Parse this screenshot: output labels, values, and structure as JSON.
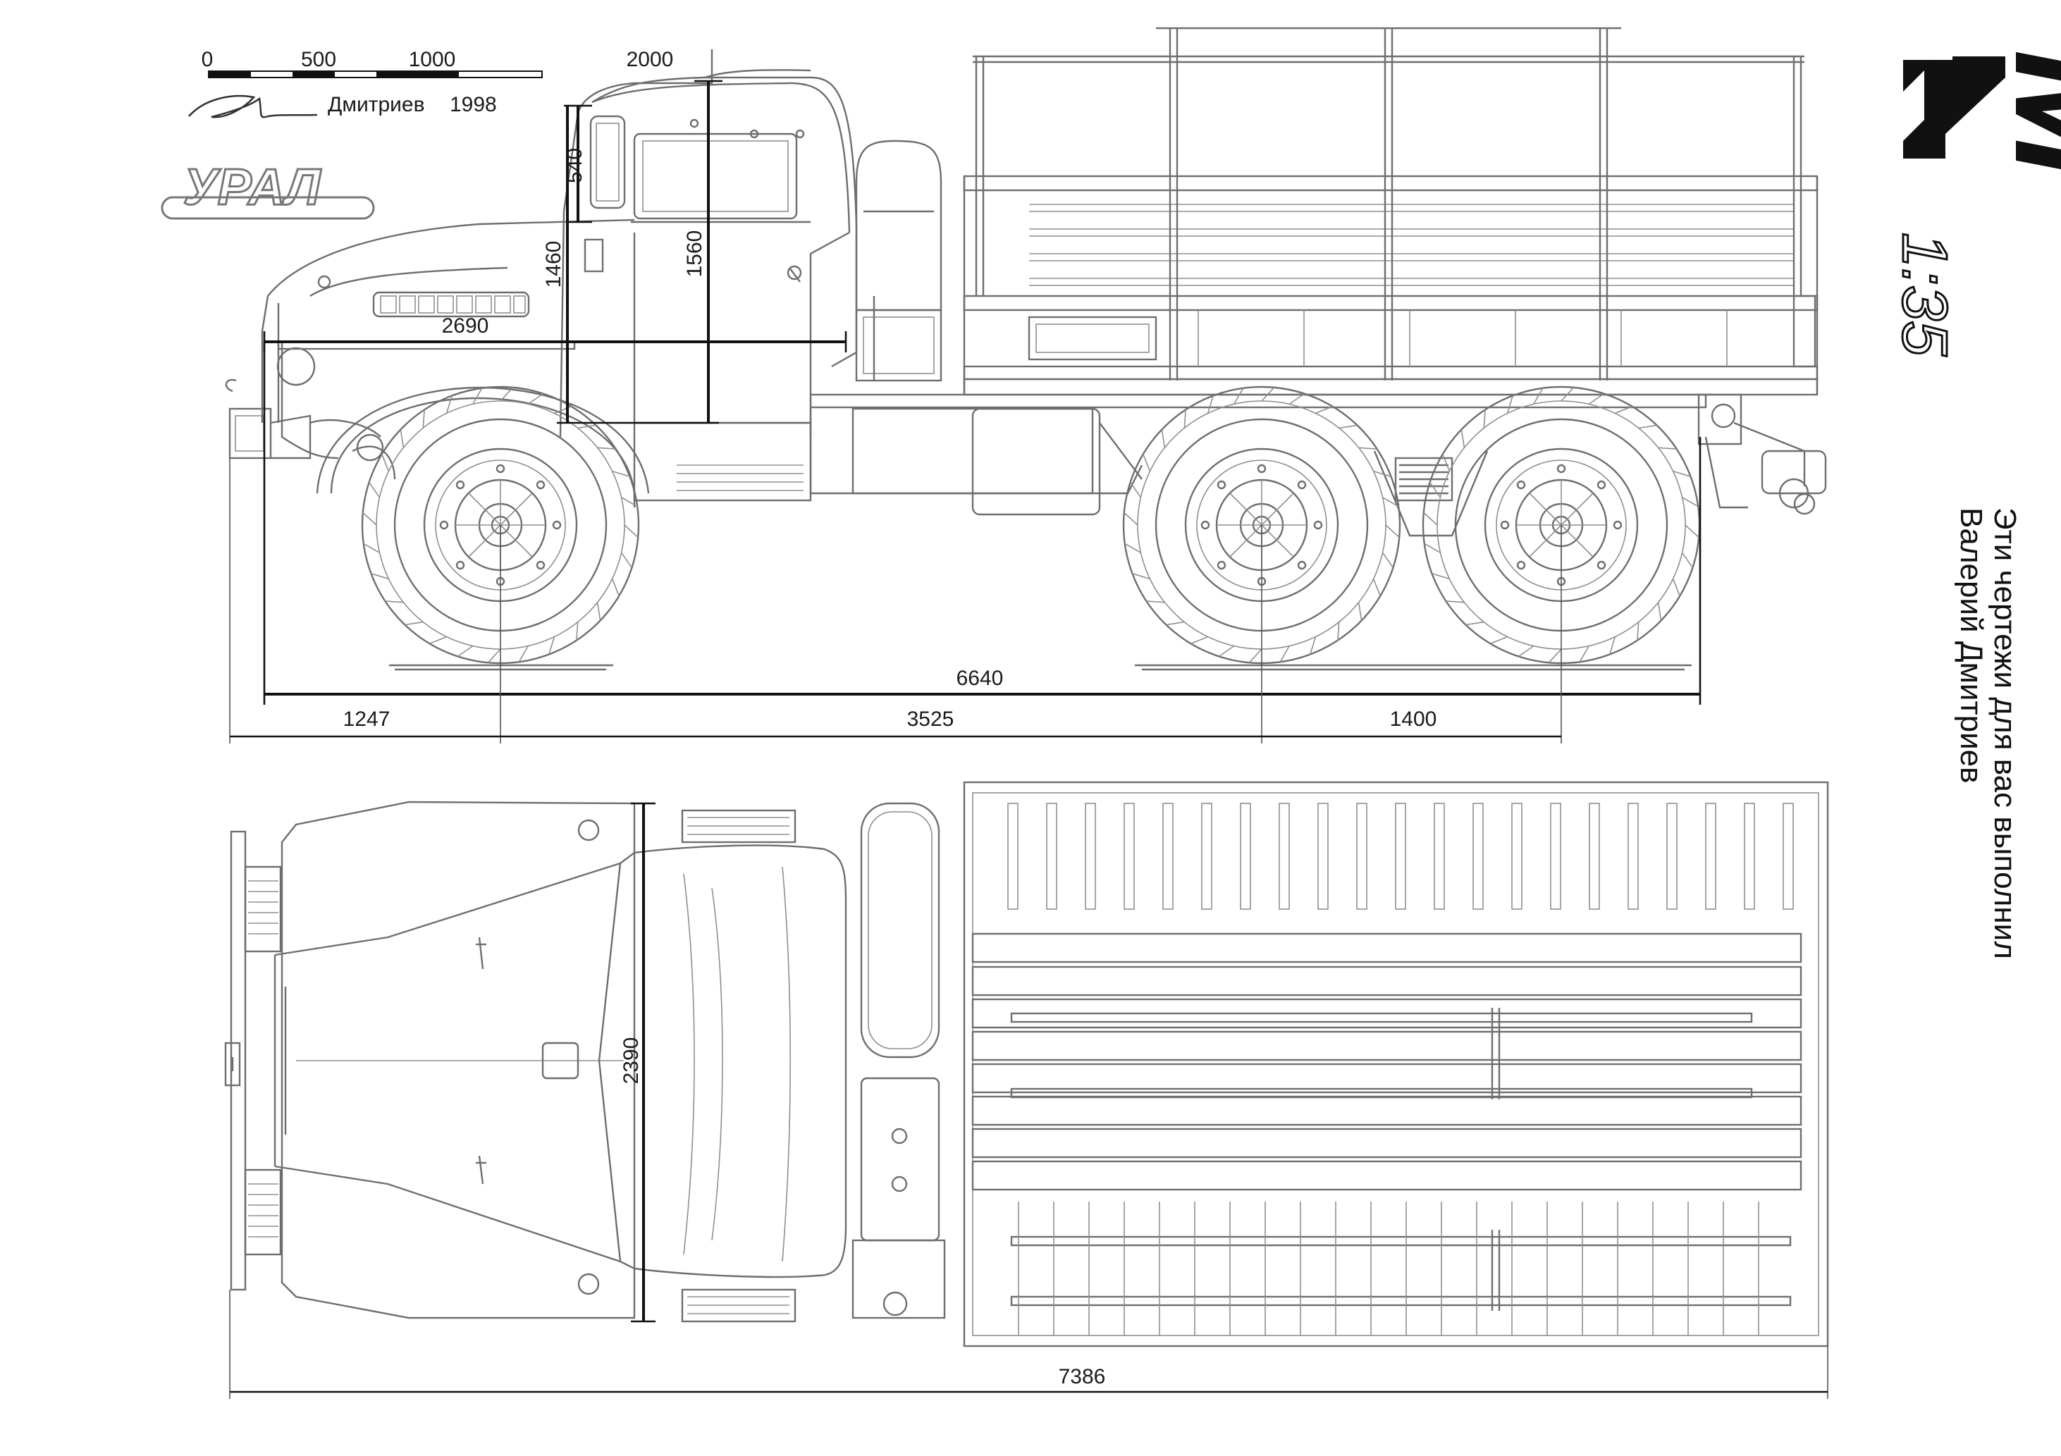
{
  "scale_bar": {
    "ticks": [
      "0",
      "500",
      "1000",
      "2000"
    ]
  },
  "author": {
    "name": "Дмитриев",
    "year": "1998"
  },
  "logo": {
    "text": "УРАЛ"
  },
  "publisher": {
    "mark": "M",
    "scale": "1:35"
  },
  "credit": {
    "line1": "Эти чертежи для вас выполнил",
    "line2": "Валерий Дмитриев"
  },
  "dimensions": {
    "side": {
      "window_height": "540",
      "cab_height": "1460",
      "tarp_height": "1560",
      "front_to_cab": "2690",
      "frame_length": "6640",
      "front_overhang": "1247",
      "wheelbase": "3525",
      "bogie_spacing": "1400"
    },
    "top": {
      "width": "2390",
      "overall_length": "7386"
    }
  }
}
